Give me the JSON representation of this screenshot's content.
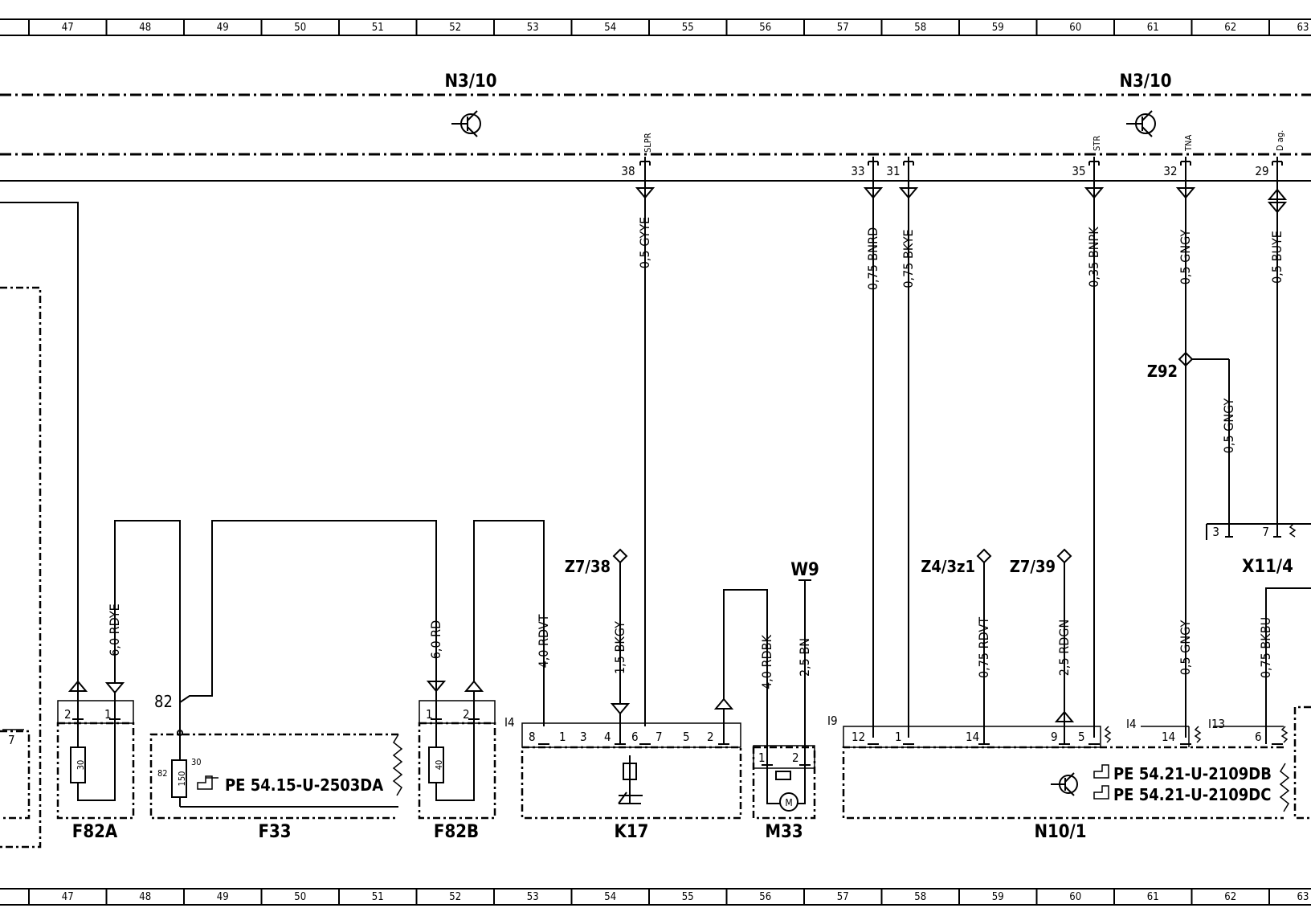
{
  "grid": {
    "columns": [
      "47",
      "48",
      "49",
      "50",
      "51",
      "52",
      "53",
      "54",
      "55",
      "56",
      "57",
      "58",
      "59",
      "60",
      "61",
      "62",
      "63"
    ]
  },
  "modules": {
    "n3_10_left": "N3/10",
    "n3_10_right": "N3/10"
  },
  "signals": {
    "slpr": "SLPR",
    "str": "STR",
    "tna": "TNA",
    "dag": "D ag."
  },
  "pins_top": {
    "p38": "38",
    "p33": "33",
    "p31": "31",
    "p35": "35",
    "p32": "32",
    "p29": "29"
  },
  "wires": {
    "w1": "0,5 GYYE",
    "w2": "0,75 BNRD",
    "w3": "0,75 BKYE",
    "w4": "0,35 BNPK",
    "w5": "0,5 GNGY",
    "w6": "0,5 BUYE",
    "w7": "0,5 GNGY",
    "w8": "6,0 RDYE",
    "w9": "6,0 RD",
    "w10": "4,0 RDVT",
    "w11": "1,5 BKGY",
    "w12": "4,0 RDBK",
    "w13": "2,5 BN",
    "w14": "0,75 RDVT",
    "w15": "2,5 RDGN",
    "w16": "0,5 GNGY",
    "w17": "0,75 BKBU"
  },
  "splices": {
    "z92": "Z92",
    "z7_38": "Z7/38",
    "z4_3z1": "Z4/3z1",
    "z7_39": "Z7/39",
    "w9": "W9",
    "x11_4": "X11/4"
  },
  "connectors": {
    "i14a": "I4",
    "i9": "I9",
    "i14b": "I4",
    "i13": "I13"
  },
  "pins": {
    "x11_3": "3",
    "x11_7": "7",
    "f82a_2": "2",
    "f82a_1": "1",
    "f33_82top": "82",
    "f33_82": "82",
    "f33_30": "30",
    "f82b_1": "1",
    "f82b_2": "2",
    "k17_8": "8",
    "k17_1": "1",
    "k17_3": "3",
    "k17_4": "4",
    "k17_6": "6",
    "k17_7": "7",
    "k17_5": "5",
    "k17_2": "2",
    "m33_1": "1",
    "m33_2": "2",
    "n10_12": "12",
    "n10_1": "1",
    "n10_14": "14",
    "n10_9": "9",
    "n10_5": "5",
    "r14": "14",
    "r6": "6",
    "left7": "7"
  },
  "fuses": {
    "f82a": "30",
    "f33": "150",
    "f82b": "40"
  },
  "components": {
    "f82a": "F82A",
    "f33": "F33",
    "f82b": "F82B",
    "k17": "K17",
    "m33": "M33",
    "n10_1": "N10/1"
  },
  "refs": {
    "f33": "PE  54.15-U-2503DA",
    "n10_a": "PE  54.21-U-2109DB",
    "n10_b": "PE  54.21-U-2109DC"
  }
}
